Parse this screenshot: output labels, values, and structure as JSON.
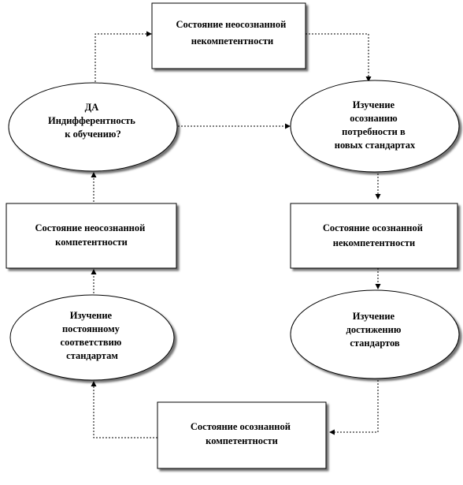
{
  "nodes": {
    "n1": {
      "shape": "rect",
      "lines": [
        "Состояние неосознанной",
        "некомпетентности"
      ]
    },
    "n2": {
      "shape": "ellipse",
      "lines": [
        "Изучение",
        "осознанию",
        "потребности в",
        "новых стандартах"
      ]
    },
    "n3": {
      "shape": "rect",
      "lines": [
        "Состояние осознанной",
        "некомпетентности"
      ]
    },
    "n4": {
      "shape": "ellipse",
      "lines": [
        "Изучение",
        "достижению",
        "стандартов"
      ]
    },
    "n5": {
      "shape": "rect",
      "lines": [
        "Состояние осознанной",
        "компетентности"
      ]
    },
    "n6": {
      "shape": "ellipse",
      "lines": [
        "Изучение",
        "постоянному",
        "соответствию",
        "стандартам"
      ]
    },
    "n7": {
      "shape": "rect",
      "lines": [
        "Состояние неосознанной",
        "компетентности"
      ]
    },
    "n8": {
      "shape": "ellipse",
      "lines": [
        "ДА",
        "Индифферентность",
        "к обучению?"
      ]
    }
  },
  "edges": [
    {
      "from": "n8",
      "to": "n1"
    },
    {
      "from": "n1",
      "to": "n2"
    },
    {
      "from": "n8",
      "to": "n2"
    },
    {
      "from": "n2",
      "to": "n3"
    },
    {
      "from": "n3",
      "to": "n4"
    },
    {
      "from": "n4",
      "to": "n5"
    },
    {
      "from": "n5",
      "to": "n6"
    },
    {
      "from": "n6",
      "to": "n7"
    },
    {
      "from": "n7",
      "to": "n8"
    }
  ]
}
